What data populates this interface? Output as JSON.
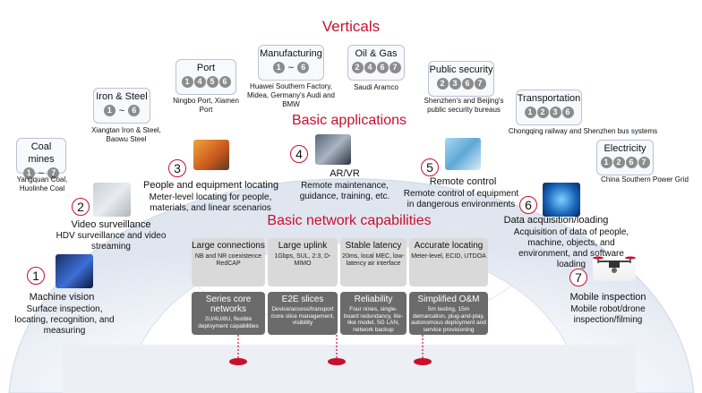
{
  "titles": {
    "verticals": "Verticals",
    "basic_apps": "Basic applications",
    "network": "Basic network capabilities"
  },
  "verticals": [
    {
      "name": "Coal mines",
      "range_from": "1",
      "range_sep": "~",
      "range_to": "7",
      "caption": "Yangquan Coal, Huolinhe Coal"
    },
    {
      "name": "Iron & Steel",
      "range_from": "1",
      "range_sep": "~",
      "range_to": "6",
      "caption": "Xiangtan Iron & Steel, Baowu Steel"
    },
    {
      "name": "Port",
      "nums": [
        "1",
        "4",
        "5",
        "6"
      ],
      "caption": "Ningbo Port, Xiamen Port"
    },
    {
      "name": "Manufacturing",
      "range_from": "1",
      "range_sep": "~",
      "range_to": "6",
      "caption": "Huawei Southern Factory, Midea, Germany's Audi and BMW"
    },
    {
      "name": "Oil & Gas",
      "nums": [
        "2",
        "4",
        "6",
        "7"
      ],
      "caption": "Saudi Aramco"
    },
    {
      "name": "Public security",
      "nums": [
        "2",
        "3",
        "6",
        "7"
      ],
      "caption": "Shenzhen's and Beijing's public security bureaus"
    },
    {
      "name": "Transportation",
      "nums": [
        "1",
        "2",
        "3",
        "6"
      ],
      "caption": "Chongqing railway and Shenzhen bus systems"
    },
    {
      "name": "Electricity",
      "nums": [
        "1",
        "2",
        "6",
        "7"
      ],
      "caption": "China Southern Power Grid"
    }
  ],
  "applications": [
    {
      "num": "1",
      "title": "Machine vision",
      "desc": "Surface inspection, locating, recognition, and measuring"
    },
    {
      "num": "2",
      "title": "Video surveillance",
      "desc": "HDV surveillance and video streaming"
    },
    {
      "num": "3",
      "title": "People and equipment locating",
      "desc": "Meter-level locating for people, materials, and linear scenarios"
    },
    {
      "num": "4",
      "title": "AR/VR",
      "desc": "Remote maintenance, guidance, training, etc."
    },
    {
      "num": "5",
      "title": "Remote control",
      "desc": "Remote control of equipment in dangerous environments"
    },
    {
      "num": "6",
      "title": "Data acquisition/loading",
      "desc": "Acquisition of data of people, machine, objects, and environment, and software loading"
    },
    {
      "num": "7",
      "title": "Mobile inspection",
      "desc": "Mobile robot/drone inspection/filming"
    }
  ],
  "capabilities": [
    {
      "title": "Large connections",
      "desc": "NB and NR coexistence RedCAP"
    },
    {
      "title": "Large uplink",
      "desc": "1Gbps, SUL, 2:3, D-MIMO"
    },
    {
      "title": "Stable latency",
      "desc": "20ms, local MEC, low-latency air interface"
    },
    {
      "title": "Accurate locating",
      "desc": "Meter-level, ECID, UTDOA"
    }
  ],
  "foundations": [
    {
      "title": "Series core networks",
      "desc": "2U/4U/8U, flexible deployment capabilities"
    },
    {
      "title": "E2E slices",
      "desc": "Device/access/transport /core slice management, visibility"
    },
    {
      "title": "Reliability",
      "desc": "Four nines, single-board redundancy, lite-like model, 5G LAN, network backup"
    },
    {
      "title": "Simplified O&M",
      "desc": "5m testing, 15m demarcation, plug-and-play, autonomous deployment and service provisioning"
    }
  ],
  "colors": {
    "accent": "#c8102e",
    "dark_bar": "#6b6b6b",
    "light_cell": "#d9d9d9",
    "badge": "#8c8c8c"
  }
}
